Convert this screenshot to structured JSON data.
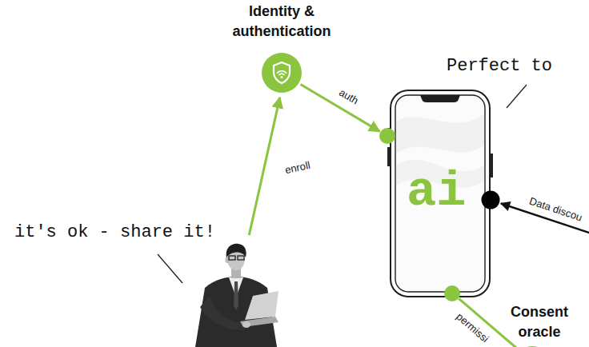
{
  "diagram": {
    "nodes": [
      {
        "text": [
          "Identity & authentication"
        ]
      },
      {
        "text": [
          "ai"
        ]
      },
      {
        "text": [
          "it's ok - share it!"
        ]
      },
      {
        "text": [
          "Consent oracle"
        ]
      }
    ],
    "edges": [
      {
        "from": 2,
        "to": 0,
        "label": "enroll",
        "arrow": "to"
      },
      {
        "from": 0,
        "to": 1,
        "label": "auth",
        "arrow": "to"
      },
      {
        "from": 1,
        "to": 3,
        "label": "permissi",
        "arrow": "none"
      }
    ],
    "labels": [
      "Perfect to",
      "Data discou"
    ]
  }
}
